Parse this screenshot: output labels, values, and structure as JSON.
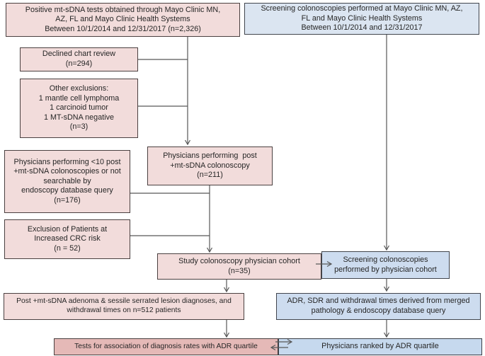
{
  "diagram_type": "study-flowchart",
  "colors": {
    "pink_light": "#f2dcdb",
    "pink_dark": "#e5b9b7",
    "blue_light": "#dbe5f1",
    "blue_mid": "#cddcef",
    "blue_dark": "#c6d9ee",
    "box_border": "#454545",
    "connector": "#585858",
    "text": "#262626",
    "background": "#ffffff"
  },
  "boxes": {
    "positive_tests": {
      "text": "Positive mt-sDNA tests obtained through Mayo Clinic MN,\nAZ, FL and Mayo Clinic Health Systems\nBetween 10/1/2014 and 12/31/2017 (n=2,326)"
    },
    "screening_colonoscopies": {
      "text": "Screening colonoscopies performed at Mayo Clinic MN, AZ,\nFL and Mayo Clinic Health Systems\nBetween 10/1/2014 and 12/31/2017"
    },
    "declined_chart_review": {
      "text": "Declined chart review\n(n=294)"
    },
    "other_exclusions": {
      "text": "Other exclusions:\n1 mantle cell lymphoma\n1 carcinoid tumor\n1 MT-sDNA negative\n(n=3)"
    },
    "physicians_lt10": {
      "text": "Physicians performing <10 post\n+mt-sDNA colonoscopies or not\nsearchable by\nendoscopy database query\n(n=176)"
    },
    "physicians_post": {
      "text": "Physicians performing  post\n+mt-sDNA colonoscopy\n(n=211)"
    },
    "exclusion_increased_risk": {
      "text": "Exclusion of Patients at\nIncreased CRC risk\n(n = 52)"
    },
    "study_cohort": {
      "text": "Study colonoscopy physician cohort\n(n=35)"
    },
    "screening_by_cohort": {
      "text": "Screening colonoscopies\nperformed by physician cohort"
    },
    "post_diagnoses": {
      "text": "Post +mt-sDNA adenoma & sessile serrated lesion diagnoses, and\nwithdrawal times on n=512 patients"
    },
    "adr_sdr_times": {
      "text": "ADR, SDR and withdrawal times derived from merged\npathology & endoscopy database query"
    },
    "tests_association": {
      "text": "Tests for association of diagnosis rates with ADR quartile"
    },
    "physicians_ranked": {
      "text": "Physicians ranked by ADR quartile"
    }
  }
}
